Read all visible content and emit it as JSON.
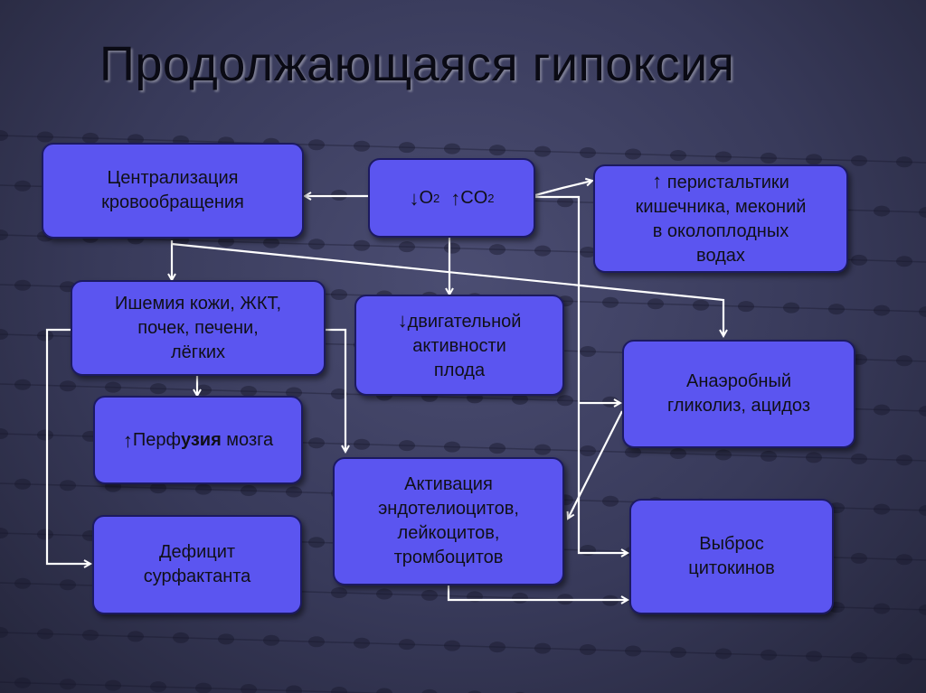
{
  "title": "Продолжающаяся гипоксия",
  "nodes": {
    "centralization": {
      "line1": "Централизация",
      "line2": "кровообращения"
    },
    "gases": {
      "down_arrow": "↓",
      "o2": "O",
      "o2_sub": "2",
      "up_arrow": "↑",
      "co2": "CO",
      "co2_sub": "2"
    },
    "peristalsis": {
      "up_arrow": "↑",
      "line1": "перистальтики",
      "line2": "кишечника, меконий",
      "line3": "в околоплодных",
      "line4": "водах"
    },
    "ischemia": {
      "line1": "Ишемия кожи, ЖКТ,",
      "line2": "почек, печени,",
      "line3": "лёгких"
    },
    "motor": {
      "down_arrow": "↓",
      "line1": "двигательной",
      "line2": "активности",
      "line3": "плода"
    },
    "anaerobic": {
      "line1": "Анаэробный",
      "line2": "гликолиз, ацидоз"
    },
    "perfusion": {
      "up_arrow": "↑",
      "text_a": "Перф",
      "text_b": "узия",
      "text_c": " мозга"
    },
    "activation": {
      "line1": "Активация",
      "line2": "эндотелиоцитов,",
      "line3": "лейкоцитов,",
      "line4": "тромбоцитов"
    },
    "surfactant": {
      "line1": "Дефицит",
      "line2": "сурфактанта"
    },
    "cytokines": {
      "line1": "Выброс",
      "line2": "цитокинов"
    }
  },
  "colors": {
    "box_fill": "#5b55f0",
    "box_border": "#1c1a60",
    "arrow": "#ffffff",
    "title": "#0a0a14"
  }
}
